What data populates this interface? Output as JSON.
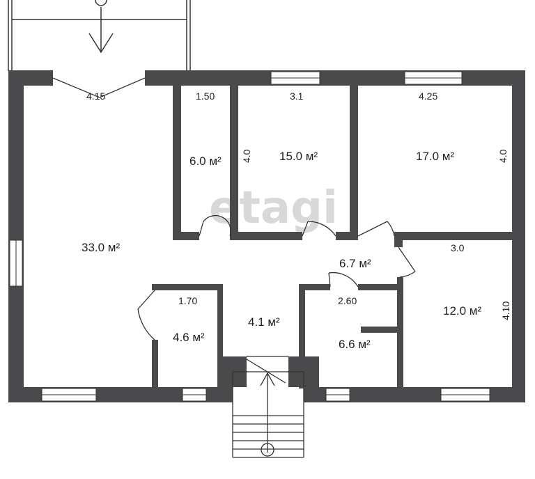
{
  "plan": {
    "watermark": "etagi",
    "wall_color": "#4a4a4c",
    "line_color": "#333333",
    "rooms": [
      {
        "id": "living",
        "area": "33.0 м²",
        "dims": [
          "4.15"
        ]
      },
      {
        "id": "closet",
        "area": "6.0 м²",
        "dims": [
          "1.50"
        ]
      },
      {
        "id": "bedroom-1",
        "area": "15.0 м²",
        "dims": [
          "3.1",
          "4.0"
        ]
      },
      {
        "id": "bedroom-2",
        "area": "17.0 м²",
        "dims": [
          "4.25",
          "4.0"
        ]
      },
      {
        "id": "hall",
        "area": "6.7 м²",
        "dims": []
      },
      {
        "id": "bedroom-3",
        "area": "12.0 м²",
        "dims": [
          "3.0",
          "4.10"
        ]
      },
      {
        "id": "bathroom",
        "area": "4.6 м²",
        "dims": [
          "1.70"
        ]
      },
      {
        "id": "corridor",
        "area": "4.1 м²",
        "dims": []
      },
      {
        "id": "kitchen",
        "area": "6.6 м²",
        "dims": [
          "2.60"
        ]
      }
    ]
  }
}
